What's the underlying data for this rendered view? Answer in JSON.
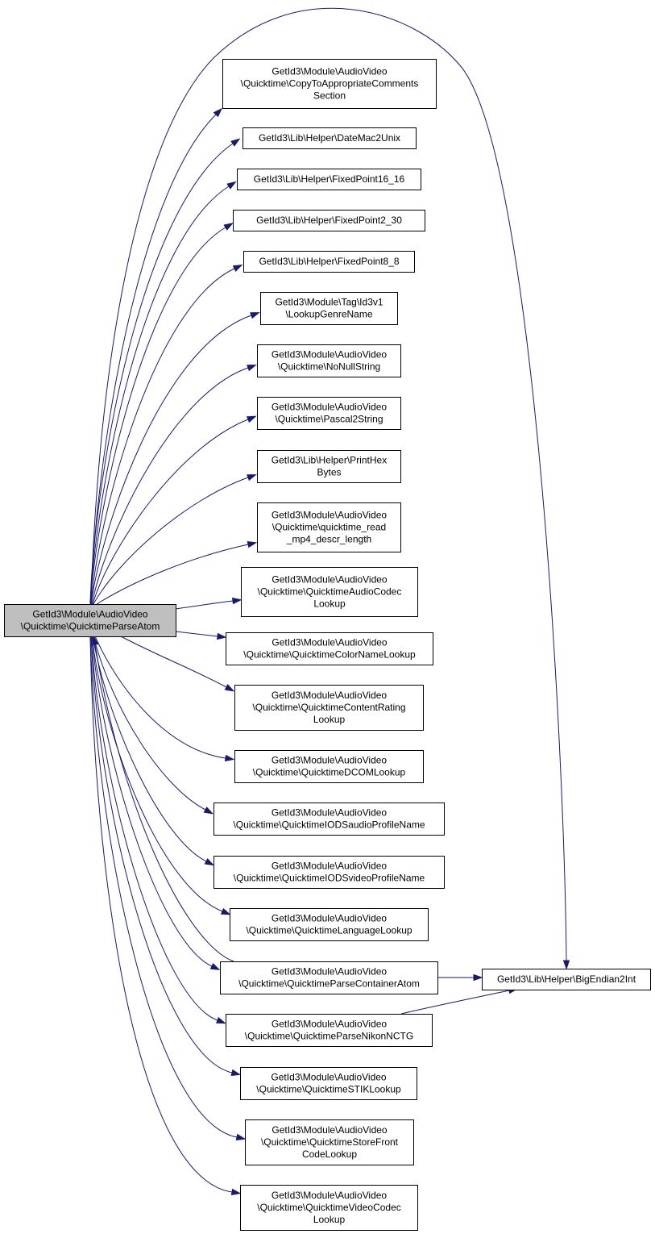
{
  "diagram": {
    "nodes": [
      {
        "id": "root",
        "lines": [
          "GetId3\\Module\\AudioVideo",
          "\\Quicktime\\QuicktimeParseAtom"
        ],
        "root": true
      },
      {
        "id": "copy",
        "lines": [
          "GetId3\\Module\\AudioVideo",
          "\\Quicktime\\CopyToAppropriateComments",
          "Section"
        ]
      },
      {
        "id": "datemac",
        "lines": [
          "GetId3\\Lib\\Helper\\DateMac2Unix"
        ]
      },
      {
        "id": "fp1616",
        "lines": [
          "GetId3\\Lib\\Helper\\FixedPoint16_16"
        ]
      },
      {
        "id": "fp230",
        "lines": [
          "GetId3\\Lib\\Helper\\FixedPoint2_30"
        ]
      },
      {
        "id": "fp88",
        "lines": [
          "GetId3\\Lib\\Helper\\FixedPoint8_8"
        ]
      },
      {
        "id": "genre",
        "lines": [
          "GetId3\\Module\\Tag\\Id3v1",
          "\\LookupGenreName"
        ]
      },
      {
        "id": "nonull",
        "lines": [
          "GetId3\\Module\\AudioVideo",
          "\\Quicktime\\NoNullString"
        ]
      },
      {
        "id": "pascal",
        "lines": [
          "GetId3\\Module\\AudioVideo",
          "\\Quicktime\\Pascal2String"
        ]
      },
      {
        "id": "printhex",
        "lines": [
          "GetId3\\Lib\\Helper\\PrintHex",
          "Bytes"
        ]
      },
      {
        "id": "mp4descr",
        "lines": [
          "GetId3\\Module\\AudioVideo",
          "\\Quicktime\\quicktime_read",
          "_mp4_descr_length"
        ]
      },
      {
        "id": "audiocodec",
        "lines": [
          "GetId3\\Module\\AudioVideo",
          "\\Quicktime\\QuicktimeAudioCodec",
          "Lookup"
        ]
      },
      {
        "id": "colorname",
        "lines": [
          "GetId3\\Module\\AudioVideo",
          "\\Quicktime\\QuicktimeColorNameLookup"
        ]
      },
      {
        "id": "contentrating",
        "lines": [
          "GetId3\\Module\\AudioVideo",
          "\\Quicktime\\QuicktimeContentRating",
          "Lookup"
        ]
      },
      {
        "id": "dcom",
        "lines": [
          "GetId3\\Module\\AudioVideo",
          "\\Quicktime\\QuicktimeDCOMLookup"
        ]
      },
      {
        "id": "iodsaudio",
        "lines": [
          "GetId3\\Module\\AudioVideo",
          "\\Quicktime\\QuicktimeIODSaudioProfileName"
        ]
      },
      {
        "id": "iodsvideo",
        "lines": [
          "GetId3\\Module\\AudioVideo",
          "\\Quicktime\\QuicktimeIODSvideoProfileName"
        ]
      },
      {
        "id": "language",
        "lines": [
          "GetId3\\Module\\AudioVideo",
          "\\Quicktime\\QuicktimeLanguageLookup"
        ]
      },
      {
        "id": "container",
        "lines": [
          "GetId3\\Module\\AudioVideo",
          "\\Quicktime\\QuicktimeParseContainerAtom"
        ]
      },
      {
        "id": "nikon",
        "lines": [
          "GetId3\\Module\\AudioVideo",
          "\\Quicktime\\QuicktimeParseNikonNCTG"
        ]
      },
      {
        "id": "stik",
        "lines": [
          "GetId3\\Module\\AudioVideo",
          "\\Quicktime\\QuicktimeSTIKLookup"
        ]
      },
      {
        "id": "storefront",
        "lines": [
          "GetId3\\Module\\AudioVideo",
          "\\Quicktime\\QuicktimeStoreFront",
          "CodeLookup"
        ]
      },
      {
        "id": "videocodec",
        "lines": [
          "GetId3\\Module\\AudioVideo",
          "\\Quicktime\\QuicktimeVideoCodec",
          "Lookup"
        ]
      },
      {
        "id": "bigendian",
        "lines": [
          "GetId3\\Lib\\Helper\\BigEndian2Int"
        ]
      }
    ],
    "edges": [
      {
        "from": "root",
        "to": "copy"
      },
      {
        "from": "root",
        "to": "datemac"
      },
      {
        "from": "root",
        "to": "fp1616"
      },
      {
        "from": "root",
        "to": "fp230"
      },
      {
        "from": "root",
        "to": "fp88"
      },
      {
        "from": "root",
        "to": "genre"
      },
      {
        "from": "root",
        "to": "nonull"
      },
      {
        "from": "root",
        "to": "pascal"
      },
      {
        "from": "root",
        "to": "printhex"
      },
      {
        "from": "root",
        "to": "mp4descr"
      },
      {
        "from": "root",
        "to": "audiocodec"
      },
      {
        "from": "root",
        "to": "colorname"
      },
      {
        "from": "root",
        "to": "contentrating"
      },
      {
        "from": "root",
        "to": "dcom"
      },
      {
        "from": "root",
        "to": "iodsaudio"
      },
      {
        "from": "root",
        "to": "iodsvideo"
      },
      {
        "from": "root",
        "to": "language"
      },
      {
        "from": "root",
        "to": "container"
      },
      {
        "from": "root",
        "to": "nikon"
      },
      {
        "from": "root",
        "to": "stik"
      },
      {
        "from": "root",
        "to": "storefront"
      },
      {
        "from": "root",
        "to": "videocodec"
      },
      {
        "from": "root",
        "to": "bigendian"
      },
      {
        "from": "container",
        "to": "root"
      },
      {
        "from": "container",
        "to": "bigendian"
      },
      {
        "from": "nikon",
        "to": "bigendian"
      }
    ],
    "colors": {
      "edge": "#191970",
      "root_fill": "#bfbfbf",
      "node_fill": "#ffffff",
      "border": "#000000"
    }
  }
}
